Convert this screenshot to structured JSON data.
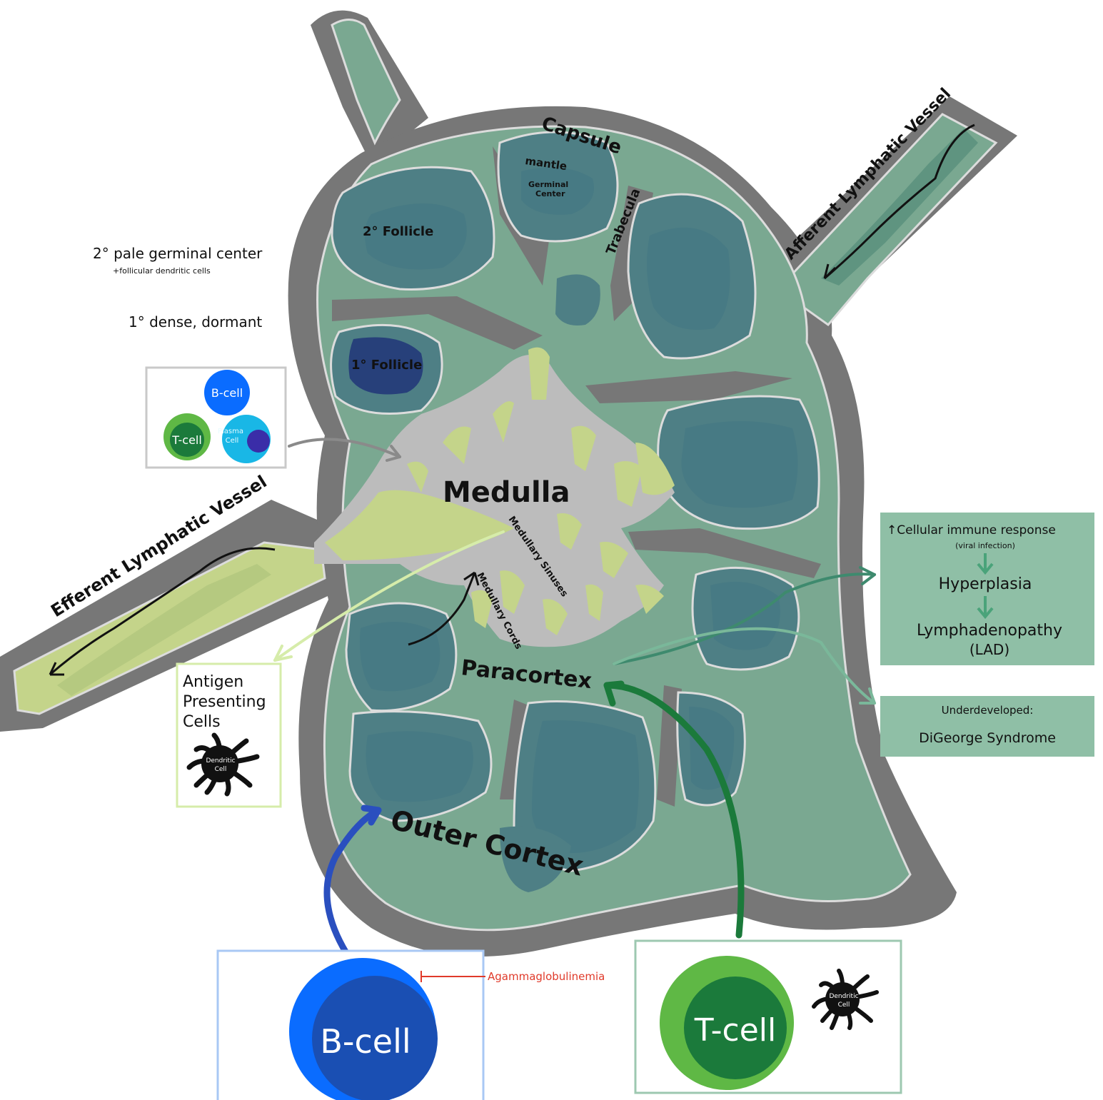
{
  "labels": {
    "capsule": "Capsule",
    "mantle": "mantle",
    "germinal_center_1": "Germinal",
    "germinal_center_2": "Center",
    "secondary_follicle": "2° Follicle",
    "primary_follicle": "1° Follicle",
    "trabecula": "Trabecula",
    "afferent_vessel": "Afferent Lymphatic Vessel",
    "efferent_vessel": "Efferent Lymphatic Vessel",
    "medulla": "Medulla",
    "medullary_sinuses": "Medullary Sinuses",
    "medullary_cords": "Medullary Cords",
    "paracortex": "Paracortex",
    "outer_cortex": "Outer Cortex"
  },
  "notes": {
    "secondary_desc": "2° pale germinal center",
    "secondary_sub": "+follicular dendritic cells",
    "primary_desc": "1° dense, dormant"
  },
  "cell_legend": {
    "bcell": "B-cell",
    "tcell": "T-cell",
    "plasma_1": "Plasma",
    "plasma_2": "Cell"
  },
  "apc_box": {
    "line1": "Antigen",
    "line2": "Presenting",
    "line3": "Cells",
    "dendritic_1": "Dendritic",
    "dendritic_2": "Cell"
  },
  "response_box": {
    "line1": "↑Cellular immune response",
    "line2": "(viral infection)",
    "line3": "Hyperplasia",
    "line4": "Lymphadenopathy",
    "line5": "(LAD)"
  },
  "underdeveloped_box": {
    "line1": "Underdeveloped:",
    "line2": "DiGeorge Syndrome"
  },
  "bottom": {
    "bcell": "B-cell",
    "tcell": "T-cell",
    "disease": "Agammaglobulinemia",
    "dendritic_1": "Dendritic",
    "dendritic_2": "Cell"
  },
  "colors": {
    "capsule_grey": "#777777",
    "tissue_green": "#7aa891",
    "follicle_outer": "#4e7f85",
    "follicle_inner": "#477a84",
    "primary_follicle": "#27407a",
    "medulla_grey": "#bcbcbc",
    "cords_green": "#c4d48a",
    "bcell_blue": "#0a6cff",
    "tcell_green": "#5fb845",
    "disease_red": "#e03a2a"
  }
}
